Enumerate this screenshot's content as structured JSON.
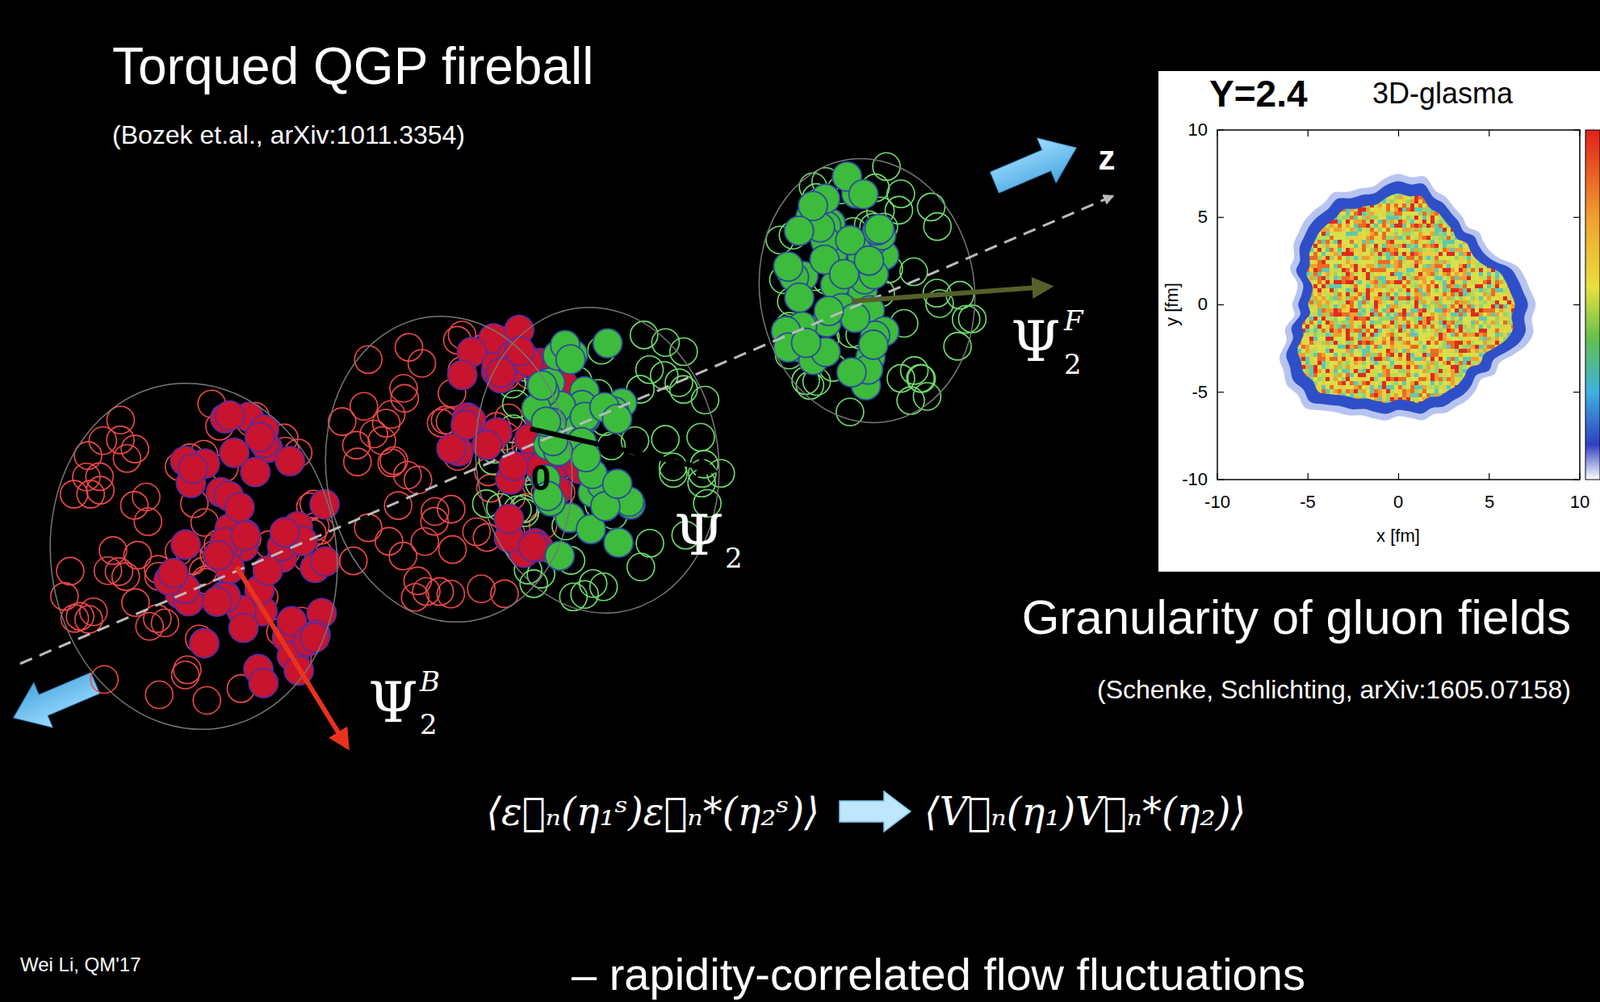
{
  "diagram": {
    "labels": [
      "Torqued QGP fireball",
      "(Bozek et.al., arXiv:1011.3354)",
      "z",
      "0",
      "Ψ",
      "F",
      "2",
      "Ψ",
      "2",
      "Ψ",
      "B",
      "2",
      "Y=2.4",
      "3D-glasma",
      "10",
      "5",
      "0",
      "-5",
      "-10",
      "y [fm]",
      "-10",
      "-5",
      "0",
      "5",
      "10",
      "x [fm]",
      "Granularity of gluon fields",
      "(Schenke, Schlichting, arXiv:1605.07158)",
      "⟨ε⃗ₙ(η₁ˢ)ε⃗ₙ*(η₂ˢ)⟩",
      "⟨V⃗ₙ(η₁)V⃗ₙ*(η₂)⟩",
      "Wei Li, QM'17",
      "– rapidity-correlated flow fluctuations"
    ]
  }
}
